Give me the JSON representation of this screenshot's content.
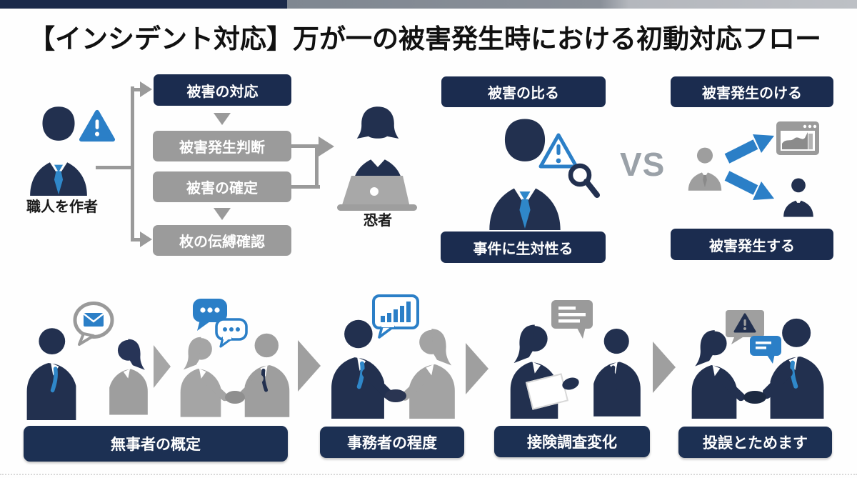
{
  "title": "【インシデント対応】万が一の被害発生時における初動対応フロー",
  "colors": {
    "navy": "#1b2c4f",
    "label_navy": "#1c3053",
    "suit_navy": "#22304f",
    "suit_gray": "#9e9e9e",
    "box_gray": "#9b9b9b",
    "connector_gray": "#9a9a9a",
    "accent_blue": "#2b7fc7",
    "tie_blue": "#2f87c9",
    "vs_gray": "#9aa1a8"
  },
  "flow_left": {
    "actor_label": "職人を作者",
    "step1": "被害の対応",
    "step2": "被害発生判断",
    "step3": "被害の確定",
    "step4": "枚の伝縛確認",
    "target_label": "恐者"
  },
  "comparison": {
    "left_top": "被害の比る",
    "left_bottom": "事件に生対性る",
    "vs": "VS",
    "right_top": "被害発生のける",
    "right_bottom": "被害発生する"
  },
  "bottom_steps": {
    "step1": "無事者の概定",
    "step2": "事務者の程度",
    "step3": "接険調査変化",
    "step4": "投誤とためます"
  }
}
